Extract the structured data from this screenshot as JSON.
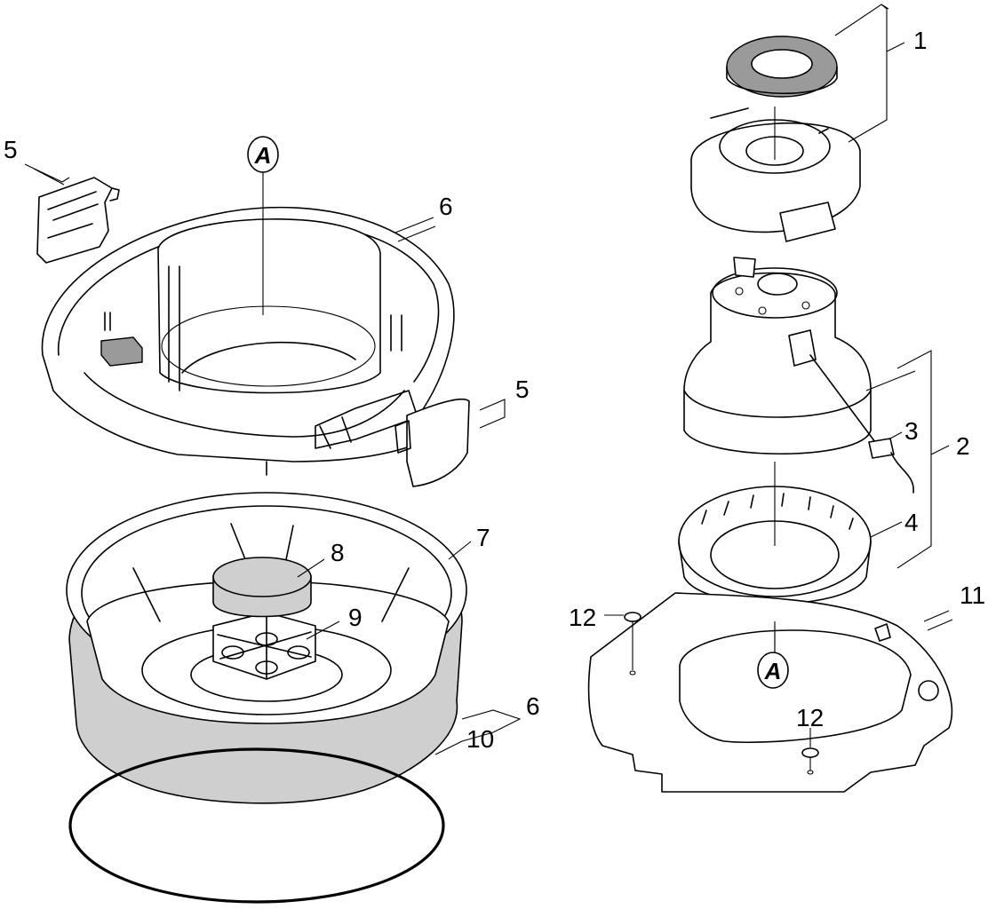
{
  "callouts": {
    "c1": "1",
    "c2": "2",
    "c3": "3",
    "c4": "4",
    "c5a": "5",
    "c5b": "5",
    "c6a": "6",
    "c6b": "6",
    "c7": "7",
    "c8": "8",
    "c9": "9",
    "c10": "10",
    "c11": "11",
    "c12a": "12",
    "c12b": "12"
  },
  "references": {
    "top": "A",
    "bottom": "A"
  },
  "colors": {
    "line": "#000000",
    "part_fill": "#ffffff",
    "filter_gray": "#cfcfcf",
    "dark_gray": "#9a9a9a"
  }
}
